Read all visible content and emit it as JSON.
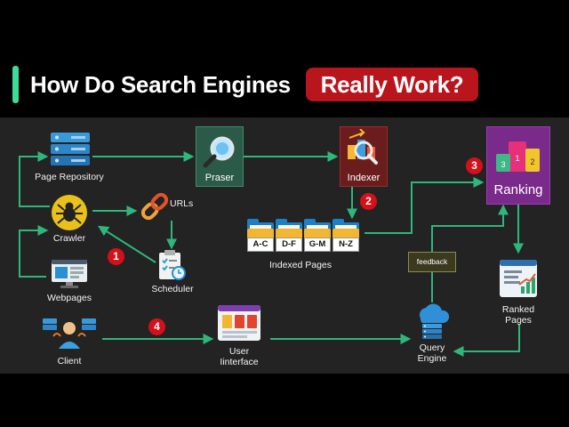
{
  "title": {
    "main": "How Do Search Engines",
    "highlight": "Really Work?"
  },
  "nodes": {
    "page_repository": "Page Repository",
    "crawler": "Crawler",
    "urls": "URLs",
    "scheduler": "Scheduler",
    "webpages": "Webpages",
    "praser": "Praser",
    "indexer": "Indexer",
    "indexed_pages": "Indexed Pages",
    "ranking": "Ranking",
    "ranked_pages": "Ranked Pages",
    "query_engine": "Query Engine",
    "user_interface": "User Iinterface",
    "client": "Client",
    "feedback": "feedback"
  },
  "index_folders": [
    "A-C",
    "D-F",
    "G-M",
    "N-Z"
  ],
  "steps": [
    "1",
    "2",
    "3",
    "4"
  ],
  "colors": {
    "accent": "#3ddc97",
    "highlight": "#b8151c",
    "arrow": "#2fb67c",
    "badge": "#d4101a",
    "stage": "#232323"
  }
}
